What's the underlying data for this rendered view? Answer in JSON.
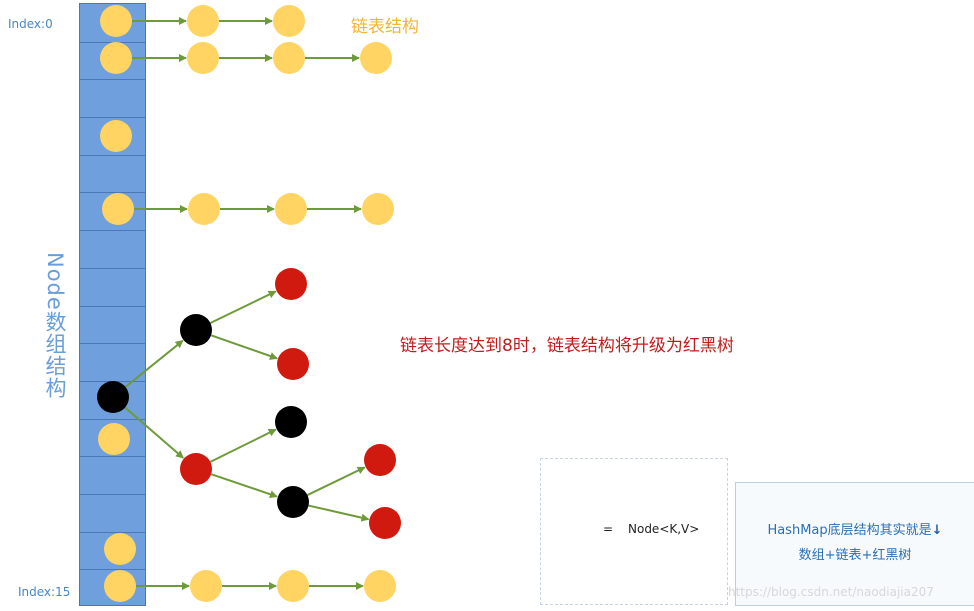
{
  "labels": {
    "index_top": "Index:0",
    "index_bottom": "Index:15",
    "array_label": "Node数组结构",
    "linked_list_title": "链表结构",
    "treeify_note": "链表长度达到8时，链表结构将升级为红黑树",
    "legend_equals": "=",
    "legend_node": "Node<K,V>",
    "summary_line1": "HashMap底层结构其实就是",
    "summary_arrow": "↓",
    "summary_line2": "数组+链表+红黑树",
    "watermark": "https://blog.csdn.net/naodiajia207"
  },
  "colors": {
    "array_fill": "#6f9fdc",
    "node_yellow": "#ffd463",
    "node_red": "#d11a0f",
    "node_black": "#000000",
    "edge_green": "#6e9a3a"
  },
  "diagram": {
    "array_slot_count": 16,
    "node_kinds": [
      "list node (yellow)",
      "red-black tree node (red)",
      "red-black tree node (black)"
    ]
  }
}
